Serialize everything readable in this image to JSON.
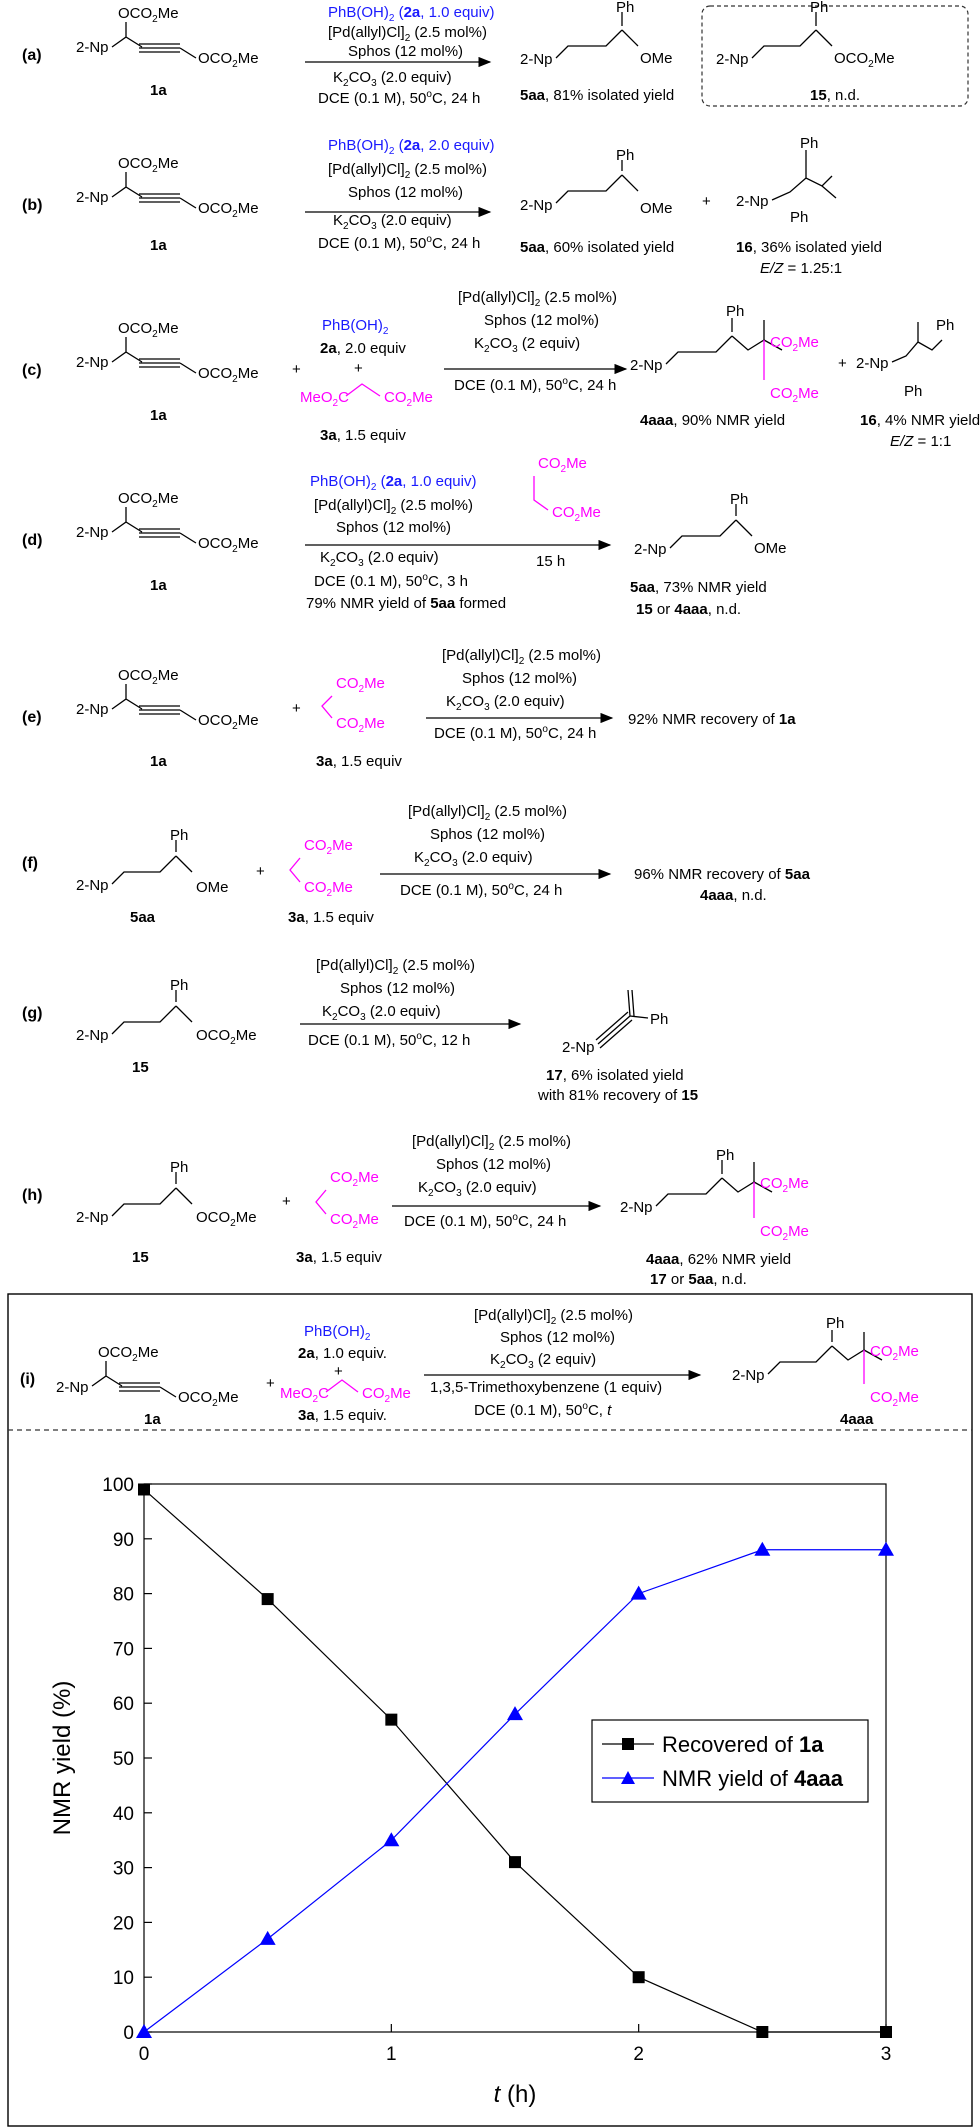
{
  "labels": {
    "a": "(a)",
    "b": "(b)",
    "c": "(c)",
    "d": "(d)",
    "e": "(e)",
    "f": "(f)",
    "g": "(g)",
    "h": "(h)",
    "i": "(i)"
  },
  "groups": {
    "np": "2-Np",
    "oco2me": "OCO",
    "co2me": "CO",
    "ome": "OMe",
    "ph": "Ph",
    "meo2c": "MeO",
    "phboh2": "PhB(OH)",
    "twoMe": "Me"
  },
  "compounds": {
    "c1a": "1a",
    "c2a": "2a",
    "c3a": "3a",
    "c5aa": "5aa",
    "c15": "15",
    "c16": "16",
    "c17": "17",
    "c4aaa": "4aaa"
  },
  "conditions": {
    "pd": "[Pd(allyl)Cl]",
    "pd_mol": "(2.5 mol%)",
    "sphos": "Sphos (12 mol%)",
    "k2co3": "K",
    "k2co3_tail": "CO",
    "k2co3_20": "(2.0 equiv)",
    "k2co3_2": "(2 equiv)",
    "dce": "DCE (0.1 M), 50",
    "dce_c": "C, 24 h",
    "dce_c3": "C, 3 h",
    "dce_c12": "C, 12 h",
    "dce_ct": "C,",
    "t_italic": "t",
    "h": "h",
    "equiv10": ", 1.0 equiv)",
    "equiv20": ", 2.0 equiv)",
    "equiv20_plain": ", 2.0 equiv",
    "equiv15": ", 1.5 equiv",
    "equiv10_dot": ", 1.0 equiv.",
    "equiv15_dot": ", 1.5 equiv.",
    "tmb": "1,3,5-Trimethoxybenzene (1 equiv)",
    "h15": "15 h",
    "plus": "+",
    "formed": "79% NMR yield of",
    "formed_tail": "formed"
  },
  "results": {
    "a1": ", 81% isolated yield",
    "a2": ", n.d.",
    "b1": ", 60% isolated yield",
    "b2": ", 36% isolated yield",
    "b3": "= 1.25:1",
    "c1": ", 90% NMR yield",
    "c2": ", 4% NMR yield",
    "c3": "= 1:1",
    "ez": "E/Z",
    "d1": ", 73% NMR yield",
    "d2": "or",
    "nd": ", n.d.",
    "e1": "92% NMR recovery of",
    "f1": "96% NMR recovery of",
    "g1": ", 6% isolated yield",
    "g2": "with 81% recovery of",
    "h1": ", 62% NMR yield"
  },
  "chart_data": {
    "type": "line",
    "xlabel_italic": "t",
    "xlabel_rest": " (h)",
    "ylabel": "NMR yield (%)",
    "xlim": [
      0,
      3
    ],
    "ylim": [
      0,
      100
    ],
    "xticks": [
      "0",
      "1",
      "2",
      "3"
    ],
    "yticks": [
      "0",
      "10",
      "20",
      "30",
      "40",
      "50",
      "60",
      "70",
      "80",
      "90",
      "100"
    ],
    "x": [
      0,
      0.5,
      1,
      1.5,
      2,
      2.5,
      3
    ],
    "series": [
      {
        "name": "Recovered of ",
        "name_bold": "1a",
        "marker": "square",
        "color": "#000000",
        "values": [
          99,
          79,
          57,
          31,
          10,
          0,
          0
        ]
      },
      {
        "name": "NMR yield of ",
        "name_bold": "4aaa",
        "marker": "triangle",
        "color": "#0000ff",
        "values": [
          0,
          17,
          35,
          58,
          80,
          88,
          88
        ]
      }
    ],
    "legend_position": "center-right"
  }
}
